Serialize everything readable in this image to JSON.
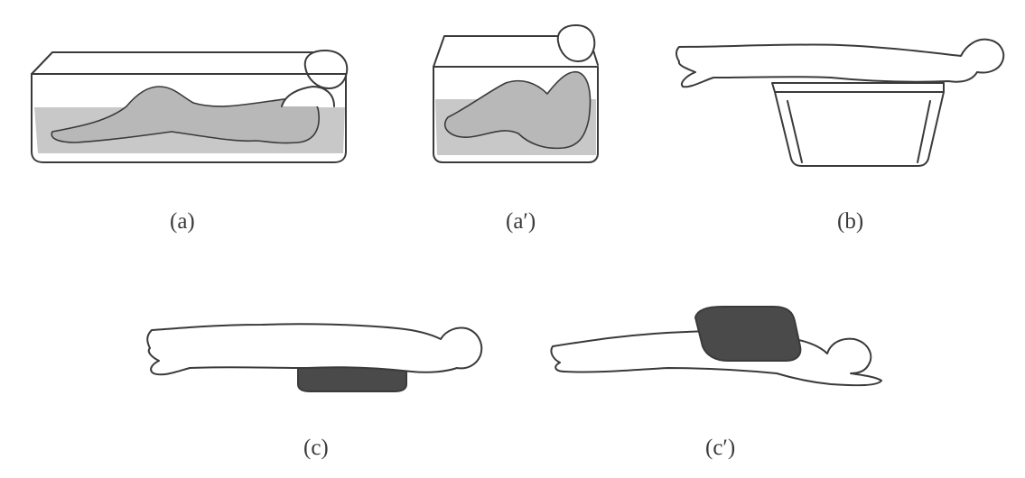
{
  "panels": [
    {
      "id": "a",
      "caption": "(a)"
    },
    {
      "id": "a2",
      "caption": "(a′)"
    },
    {
      "id": "b",
      "caption": "(b)"
    },
    {
      "id": "c",
      "caption": "(c)"
    },
    {
      "id": "c2",
      "caption": "(c′)"
    }
  ],
  "colors": {
    "line": "#3a3a3a",
    "water": "#c8c8c8",
    "dark_block": "#4a4a4a",
    "skin": "#ffffff"
  }
}
